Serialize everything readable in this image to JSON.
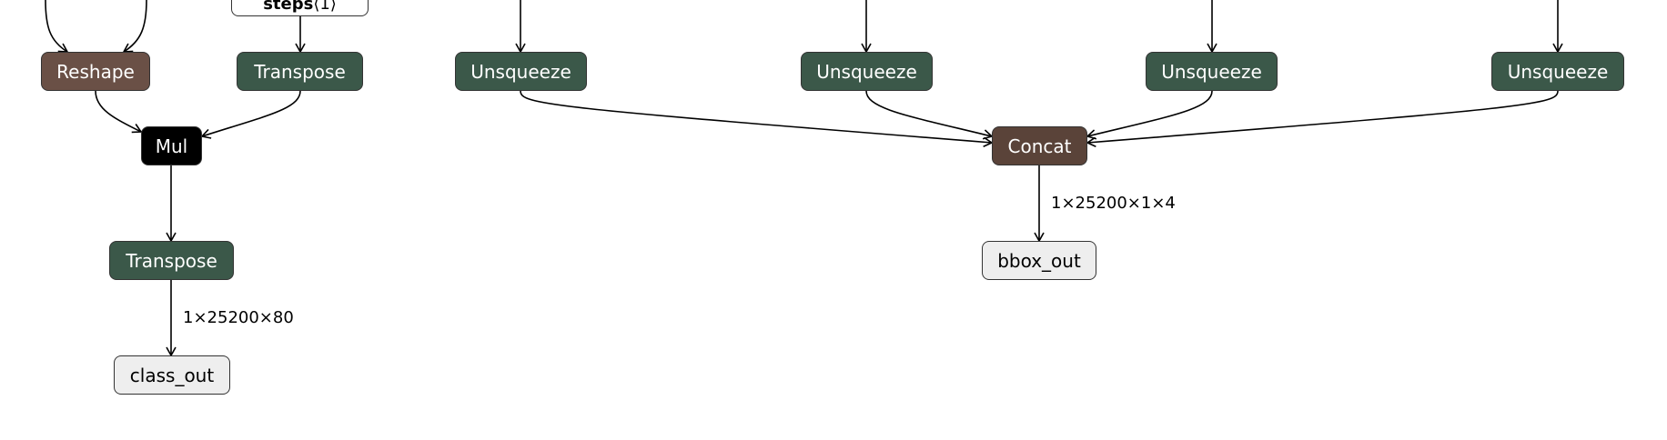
{
  "nodes": {
    "steps": {
      "name": "steps",
      "suffix": "⟨1⟩"
    },
    "reshape": "Reshape",
    "transpose_top": "Transpose",
    "mul": "Mul",
    "transpose_bottom": "Transpose",
    "class_out": "class_out",
    "unsqueeze_1": "Unsqueeze",
    "unsqueeze_2": "Unsqueeze",
    "unsqueeze_3": "Unsqueeze",
    "unsqueeze_4": "Unsqueeze",
    "concat": "Concat",
    "bbox_out": "bbox_out"
  },
  "edge_labels": {
    "class_out_shape": "1×25200×80",
    "bbox_out_shape": "1×25200×1×4"
  },
  "colors": {
    "op_green": "#3b5849",
    "op_brown": "#6a5046",
    "concat_brown": "#5a4339",
    "mul_black": "#000000",
    "io_fill": "#eeeeee"
  }
}
